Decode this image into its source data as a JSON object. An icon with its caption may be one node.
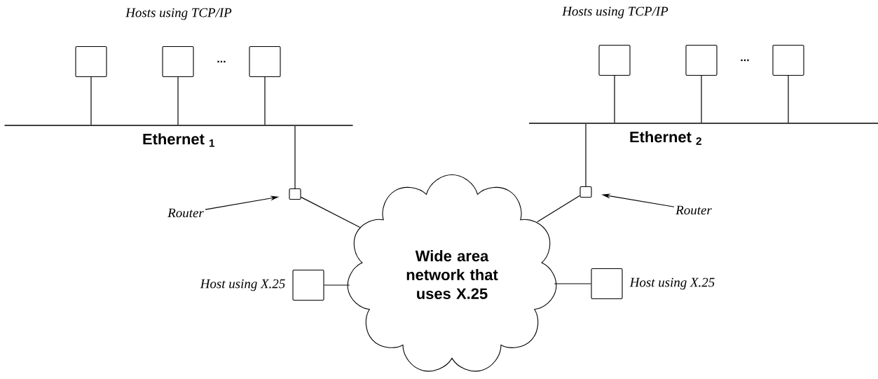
{
  "diagram": {
    "nodes": [
      {
        "text": [],
        "shape": "box"
      },
      {
        "text": [],
        "shape": "box"
      },
      {
        "text": [],
        "shape": "box"
      },
      {
        "text": [],
        "shape": "box"
      },
      {
        "text": [],
        "shape": "box"
      },
      {
        "text": [],
        "shape": "box"
      },
      {
        "text": [
          "Ethernet $_{1}$"
        ]
      },
      {
        "text": [
          "Ethernet $_{2}$"
        ]
      },
      {
        "text": [],
        "shape": "box"
      },
      {
        "text": [],
        "shape": "box"
      },
      {
        "text": [
          "Router"
        ]
      },
      {
        "text": [
          "Router"
        ]
      },
      {
        "text": [
          "Wide area network that uses X.25"
        ]
      },
      {
        "text": [],
        "shape": "box",
        "beside": [
          "Host using X.25"
        ]
      },
      {
        "text": [],
        "shape": "box",
        "beside": [
          "Host using X.25"
        ]
      }
    ],
    "edges": [
      {
        "from": 0,
        "to": 6,
        "arrow": "none"
      },
      {
        "from": 1,
        "to": 6,
        "arrow": "none"
      },
      {
        "from": 2,
        "to": 6,
        "arrow": "none"
      },
      {
        "from": 3,
        "to": 7,
        "arrow": "none"
      },
      {
        "from": 4,
        "to": 7,
        "arrow": "none"
      },
      {
        "from": 5,
        "to": 7,
        "arrow": "none"
      },
      {
        "from": 6,
        "to": 8,
        "arrow": "none"
      },
      {
        "from": 7,
        "to": 9,
        "arrow": "none"
      },
      {
        "from": 10,
        "to": 8,
        "arrow": "to"
      },
      {
        "from": 11,
        "to": 9,
        "arrow": "to"
      },
      {
        "from": 8,
        "to": 12,
        "arrow": "none"
      },
      {
        "from": 9,
        "to": 12,
        "arrow": "none"
      },
      {
        "from": 13,
        "to": 12,
        "arrow": "none"
      },
      {
        "from": 14,
        "to": 12,
        "arrow": "none"
      }
    ],
    "labels": [
      "Hosts using TCP/IP",
      "...",
      "Hosts using TCP/IP",
      "..."
    ]
  }
}
